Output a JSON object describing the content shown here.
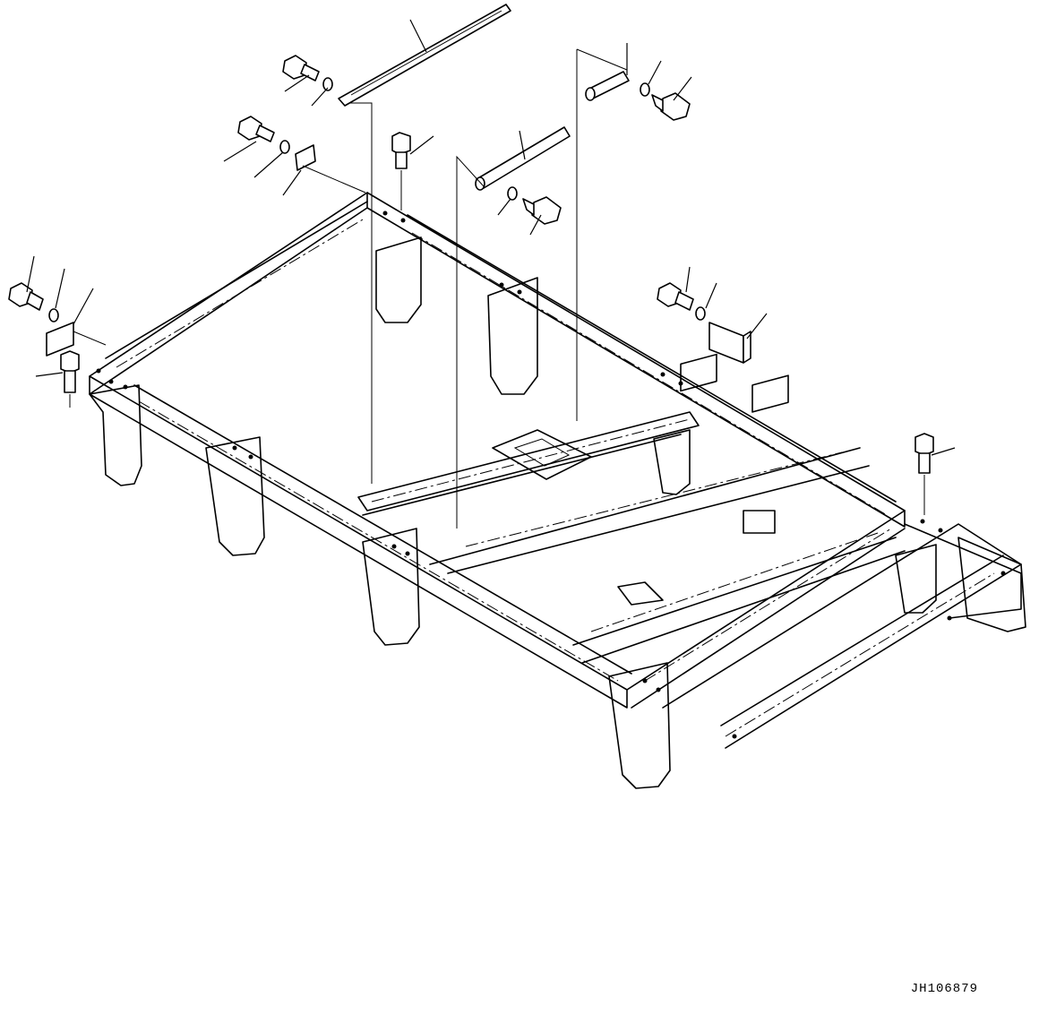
{
  "drawing": {
    "id": "JH106879",
    "domain": "exploded-parts-diagram",
    "subject": "frame-assembly-with-bolts-washers-plates",
    "stroke_color": "#000000",
    "background_color": "#ffffff"
  }
}
